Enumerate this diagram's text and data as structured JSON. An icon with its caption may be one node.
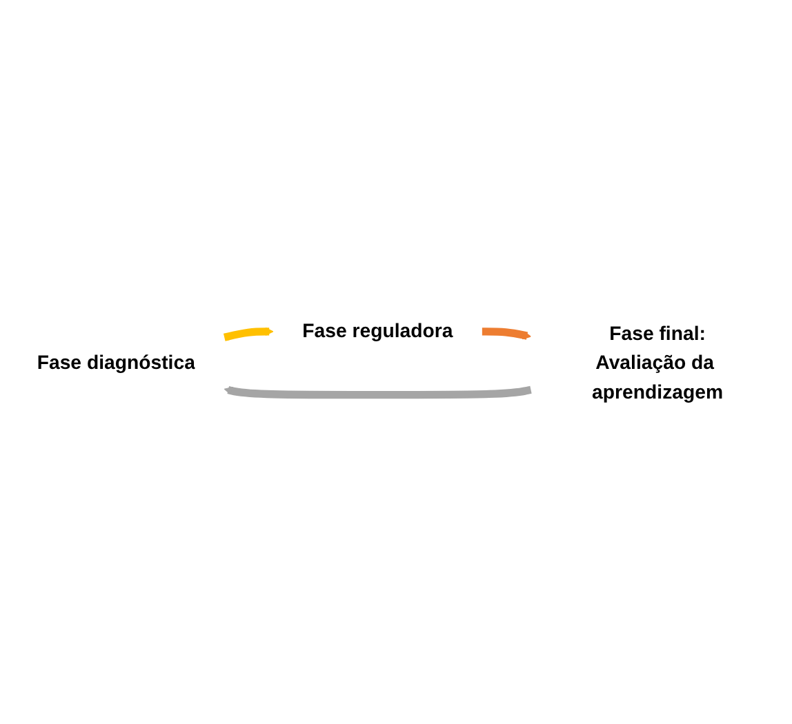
{
  "diagram": {
    "nodes": [
      {
        "text": [
          "Fase diagnóstica"
        ]
      },
      {
        "text": [
          "Fase reguladora"
        ]
      },
      {
        "text": [
          "Fase final:",
          "Avaliação da aprendizagem"
        ]
      }
    ],
    "edges": [
      {
        "from": 0,
        "to": 1,
        "arrow": "to",
        "color": "#ffc000"
      },
      {
        "from": 1,
        "to": 2,
        "arrow": "to",
        "color": "#ed7d31"
      },
      {
        "from": 2,
        "to": 0,
        "arrow": "to",
        "color": "#a5a5a5"
      }
    ]
  }
}
